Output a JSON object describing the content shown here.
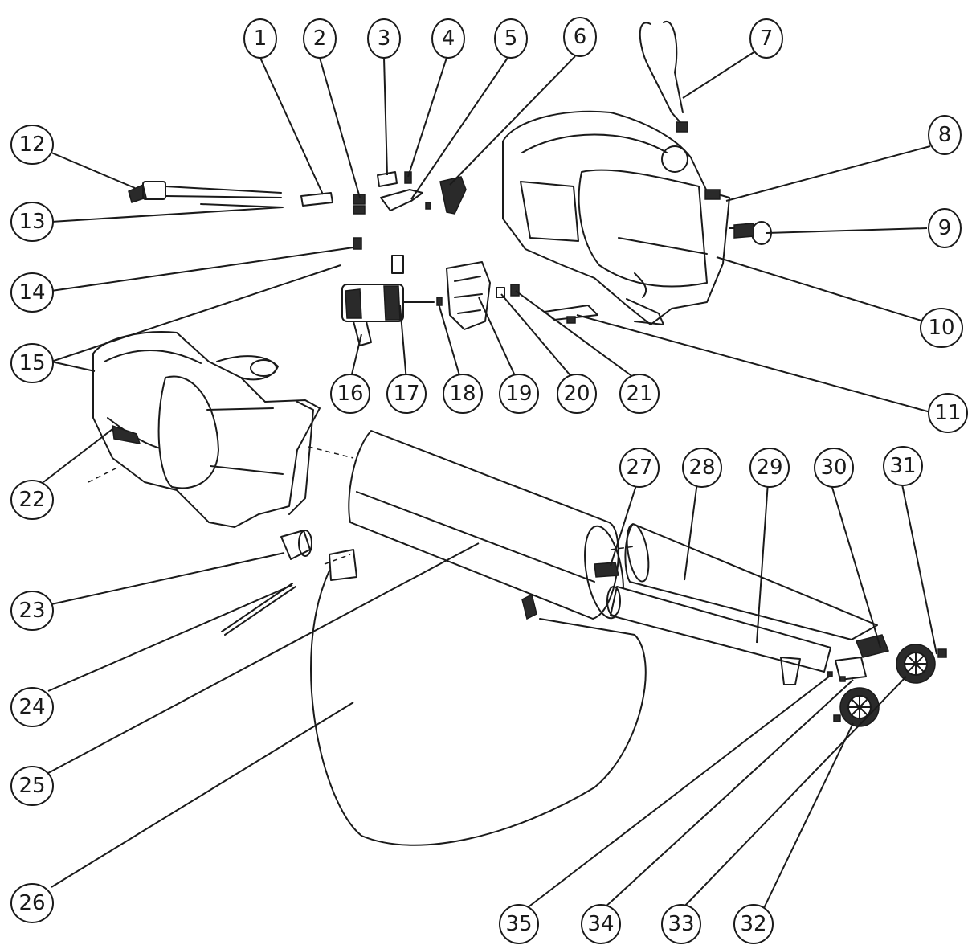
{
  "callouts": [
    {
      "label": "1"
    },
    {
      "label": "2"
    },
    {
      "label": "3"
    },
    {
      "label": "4"
    },
    {
      "label": "5"
    },
    {
      "label": "6"
    },
    {
      "label": "7"
    },
    {
      "label": "8"
    },
    {
      "label": "9"
    },
    {
      "label": "10"
    },
    {
      "label": "11"
    },
    {
      "label": "12"
    },
    {
      "label": "13"
    },
    {
      "label": "14"
    },
    {
      "label": "15"
    },
    {
      "label": "16"
    },
    {
      "label": "17"
    },
    {
      "label": "18"
    },
    {
      "label": "19"
    },
    {
      "label": "20"
    },
    {
      "label": "21"
    },
    {
      "label": "22"
    },
    {
      "label": "23"
    },
    {
      "label": "24"
    },
    {
      "label": "25"
    },
    {
      "label": "26"
    },
    {
      "label": "27"
    },
    {
      "label": "28"
    },
    {
      "label": "29"
    },
    {
      "label": "30"
    },
    {
      "label": "31"
    },
    {
      "label": "32"
    },
    {
      "label": "33"
    },
    {
      "label": "34"
    },
    {
      "label": "35"
    }
  ],
  "colors": {
    "line": "#1a1a1a",
    "background": "#ffffff"
  }
}
